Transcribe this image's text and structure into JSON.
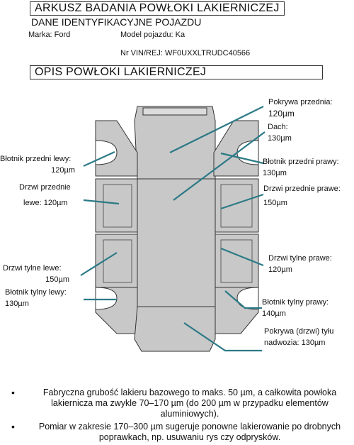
{
  "header": {
    "title": "ARKUSZ BADANIA POWŁOKI LAKIERNICZEJ",
    "vehicle_section": "DANE IDENTYFIKACYJNE POJAZDU",
    "make_label": "Marka: Ford",
    "model_label": "Model pojazdu: Ka",
    "vin_label": "Nr VIN/REJ: WF0UXXLTRUDC40566"
  },
  "section": {
    "title": "OPIS POWŁOKI LAKIERNICZEJ"
  },
  "diagram": {
    "hood": {
      "name": "Pokrywa przednia:",
      "value": "120µm"
    },
    "roof": {
      "name": "Dach:",
      "value": "130µm"
    },
    "front_left_fender": {
      "name": "Błotnik przedni lewy:",
      "value": "120µm"
    },
    "front_right_fender": {
      "name": "Błotnik przedni prawy:",
      "value": "130µm"
    },
    "front_left_door": {
      "name": "Drzwi przednie",
      "value": "lewe: 120µm"
    },
    "front_right_door": {
      "name": "Drzwi przednie prawe:",
      "value": "150µm"
    },
    "rear_left_door": {
      "name": "Drzwi tylne lewe:",
      "value": "150µm"
    },
    "rear_right_door": {
      "name": "Drzwi tylne prawe:",
      "value": "120µm"
    },
    "rear_left_fender": {
      "name": "Błotnik tylny lewy:",
      "value": "130µm"
    },
    "rear_right_fender": {
      "name": "Błotnik tylny prawy:",
      "value": "140µm"
    },
    "tailgate": {
      "name": "Pokrywa (drzwi) tyłu",
      "value": "nadwozia: 130µm"
    },
    "colors": {
      "panel": "#c8c8c8",
      "outline": "#333333",
      "pointer": "#2b7a86"
    }
  },
  "notes": {
    "bullet": "•",
    "items": [
      "Fabryczna grubość lakieru bazowego to maks. 50 µm, a całkowita powłoka lakiernicza ma zwykle 70–170 µm (do 200 µm w przypadku elementów aluminiowych).",
      "Pomiar w zakresie 170–300 µm sugeruje ponowne lakierowanie po drobnych poprawkach, np. usuwaniu rys czy odprysków."
    ]
  }
}
